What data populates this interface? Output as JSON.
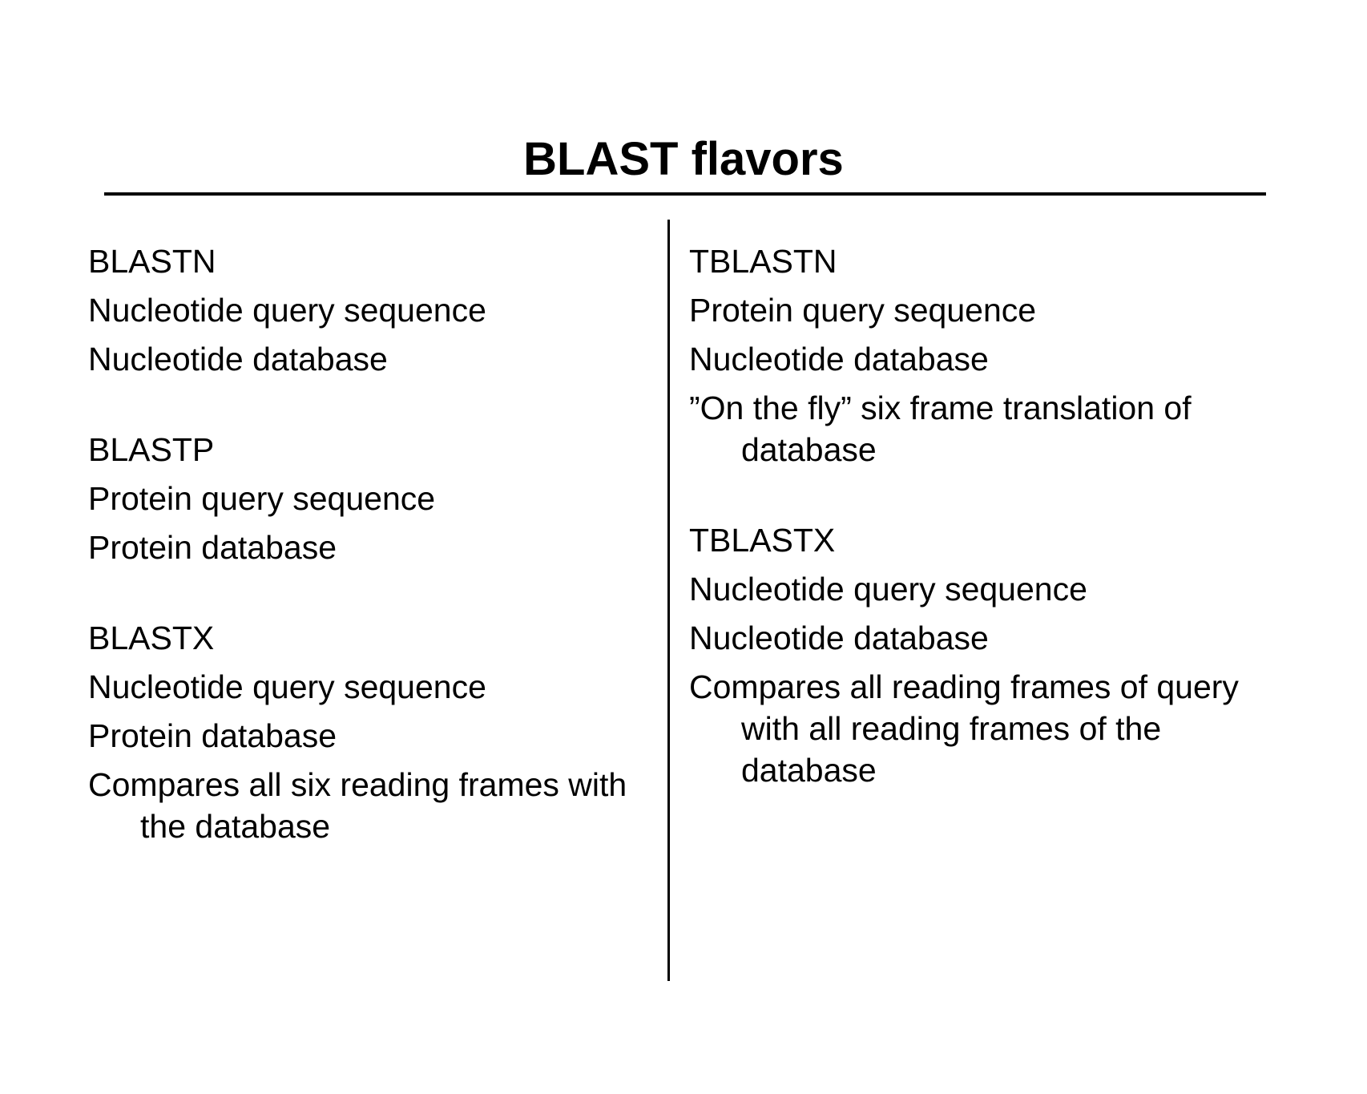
{
  "slide": {
    "title": "BLAST flavors",
    "left_column": [
      {
        "name": "BLASTN",
        "lines": [
          "Nucleotide query sequence",
          "Nucleotide database"
        ]
      },
      {
        "name": "BLASTP",
        "lines": [
          "Protein query sequence",
          "Protein database"
        ]
      },
      {
        "name": "BLASTX",
        "lines": [
          "Nucleotide query sequence",
          "Protein database",
          "Compares all six reading frames with the database"
        ]
      }
    ],
    "right_column": [
      {
        "name": "TBLASTN",
        "lines": [
          "Protein query sequence",
          "Nucleotide database",
          "”On the fly” six frame translation of database"
        ]
      },
      {
        "name": "TBLASTX",
        "lines": [
          "Nucleotide query sequence",
          "Nucleotide database",
          "Compares all reading frames of query with all reading frames of the database"
        ]
      }
    ]
  }
}
